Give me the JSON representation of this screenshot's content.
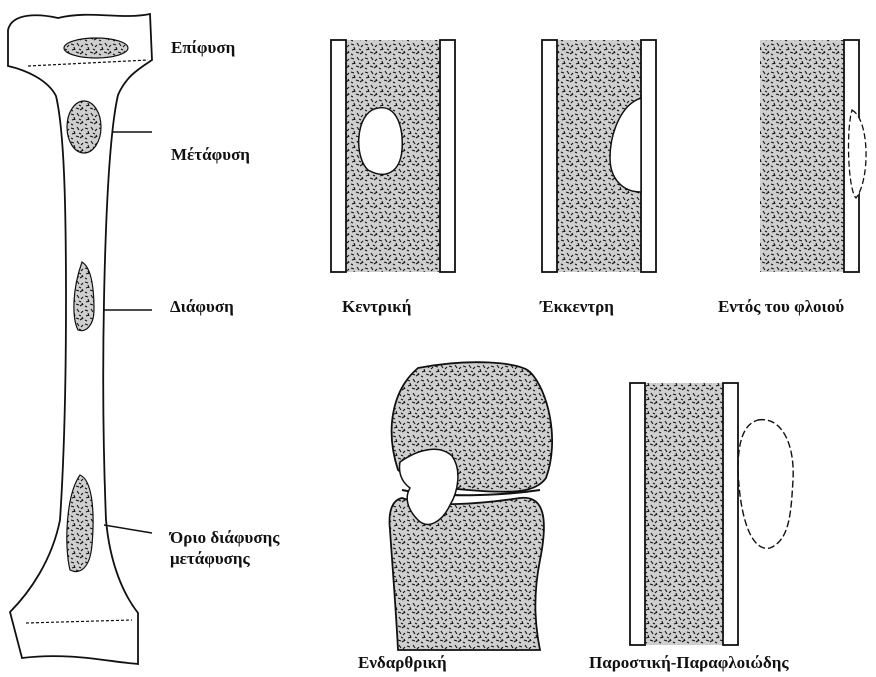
{
  "labels": {
    "epiphysis": "Επίφυση",
    "metaphysis": "Μέτάφυση",
    "diaphysis": "Διάφυση",
    "boundary": "Όριο διάφυσης\nμετάφυσης",
    "central": "Κεντρική",
    "eccentric": "Έκκεντρη",
    "intracortical": "Εντός του φλοιού",
    "intraarticular": "Ενδαρθρική",
    "parosteal": "Παροστική-Παραφλοιώδης"
  },
  "colors": {
    "ink": "#111111",
    "paper": "#ffffff"
  }
}
